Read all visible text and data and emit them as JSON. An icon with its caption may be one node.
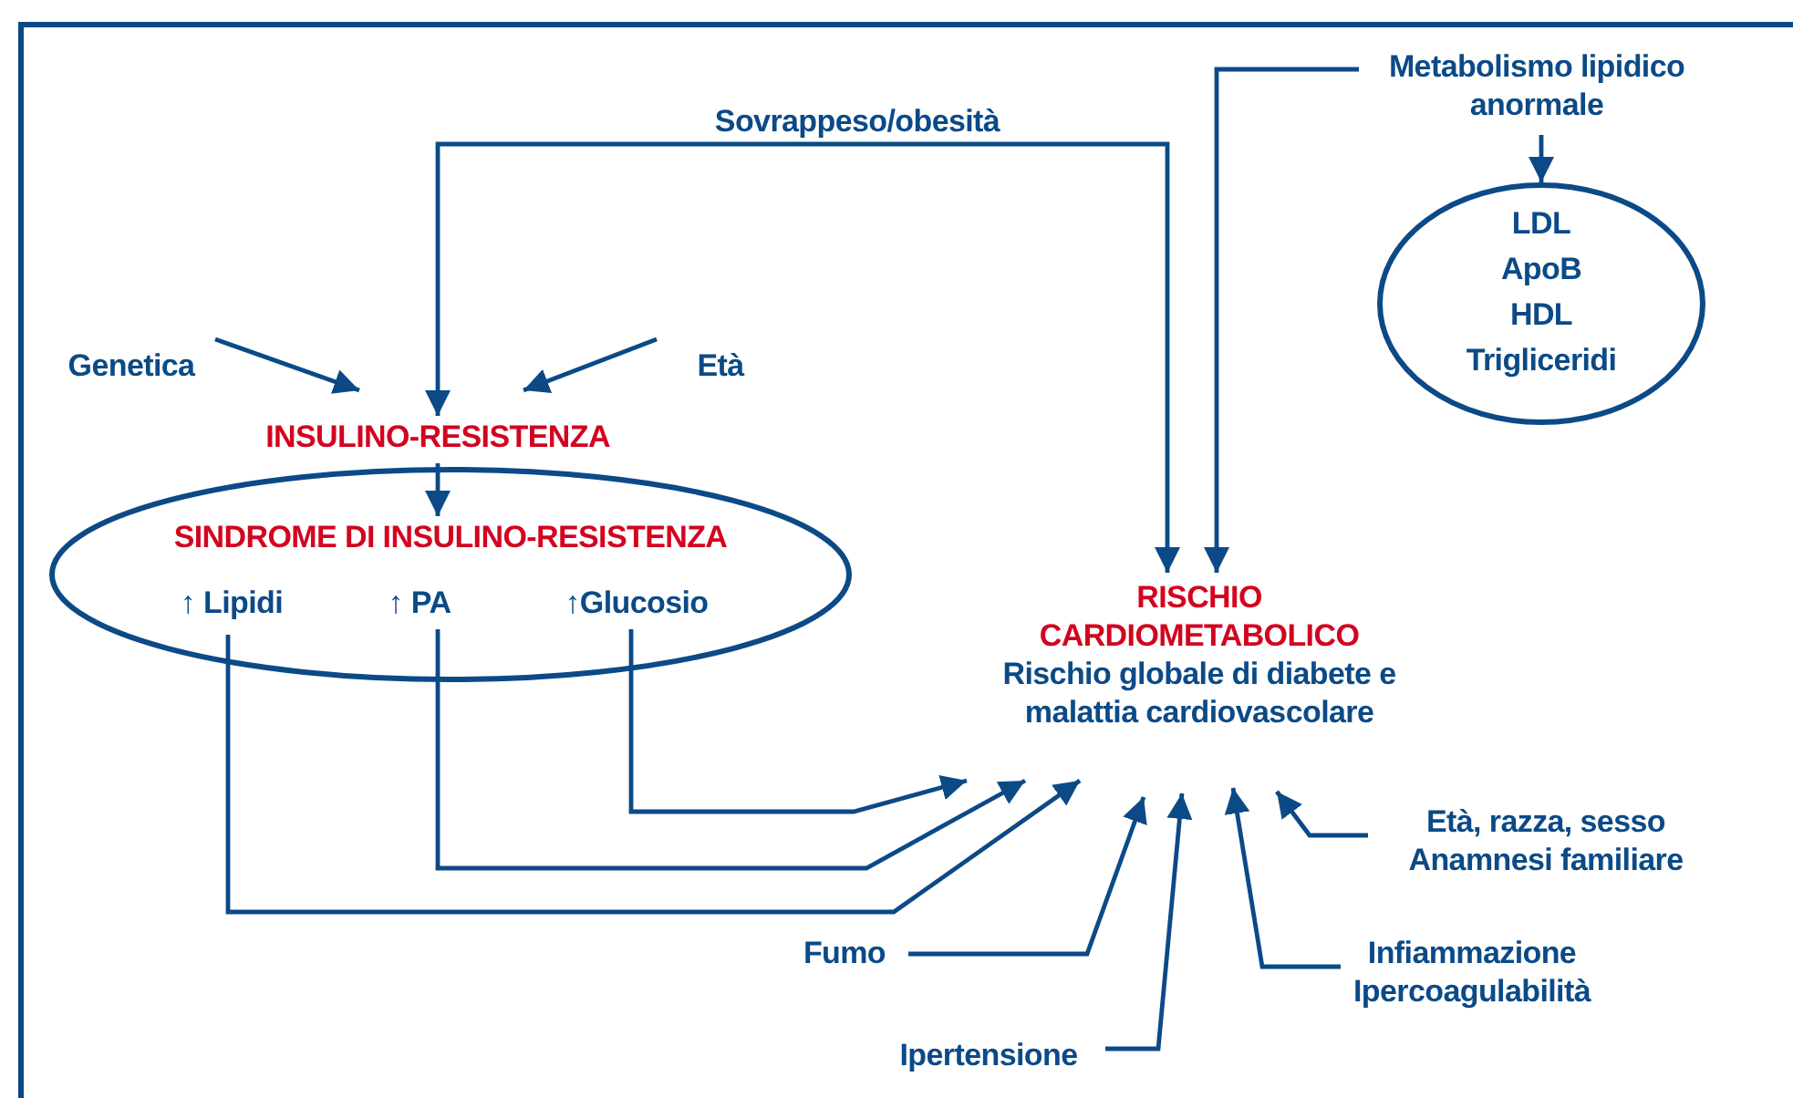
{
  "diagram": {
    "nodes": [
      {
        "text": [
          "Sovrappeso/obesità"
        ]
      },
      {
        "text": [
          "Metabolismo lipidico anormale"
        ]
      },
      {
        "text": [
          "LDL",
          "ApoB",
          "HDL",
          "Trigliceridi"
        ]
      },
      {
        "text": [
          "Genetica"
        ]
      },
      {
        "text": [
          "Età"
        ]
      },
      {
        "text": [
          "INSULINO-RESISTENZA"
        ]
      },
      {
        "text": [
          "SINDROME DI INSULINO-RESISTENZA"
        ]
      },
      {
        "text": [
          "↑ Lipidi"
        ],
        "in": 6
      },
      {
        "text": [
          "↑ PA"
        ],
        "in": 6
      },
      {
        "text": [
          "↑Glucosio"
        ],
        "in": 6
      },
      {
        "text": [
          "RISCHIO CARDIOMETABOLICO",
          "Rischio globale di diabete e malattia cardiovascolare"
        ]
      },
      {
        "text": [
          "Età, razza, sesso Anamnesi familiare"
        ]
      },
      {
        "text": [
          "Fumo"
        ]
      },
      {
        "text": [
          "Ipertensione"
        ]
      },
      {
        "text": [
          "Infiammazione Ipercoagulabilità"
        ]
      }
    ],
    "edges": [
      {
        "from": 0,
        "to": 5,
        "arrow": "to"
      },
      {
        "from": 0,
        "to": 10,
        "arrow": "to"
      },
      {
        "from": 1,
        "to": 10,
        "arrow": "to"
      },
      {
        "from": 1,
        "to": 2,
        "arrow": "to"
      },
      {
        "from": 3,
        "to": 5,
        "arrow": "to"
      },
      {
        "from": 4,
        "to": 5,
        "arrow": "to"
      },
      {
        "from": 5,
        "to": 6,
        "arrow": "to"
      },
      {
        "from": 9,
        "to": 10,
        "arrow": "to"
      },
      {
        "from": 8,
        "to": 10,
        "arrow": "to"
      },
      {
        "from": 7,
        "to": 10,
        "arrow": "to"
      },
      {
        "from": 12,
        "to": 10,
        "arrow": "to"
      },
      {
        "from": 13,
        "to": 10,
        "arrow": "to"
      },
      {
        "from": 14,
        "to": 10,
        "arrow": "to"
      },
      {
        "from": 11,
        "to": 10,
        "arrow": "to"
      }
    ]
  }
}
